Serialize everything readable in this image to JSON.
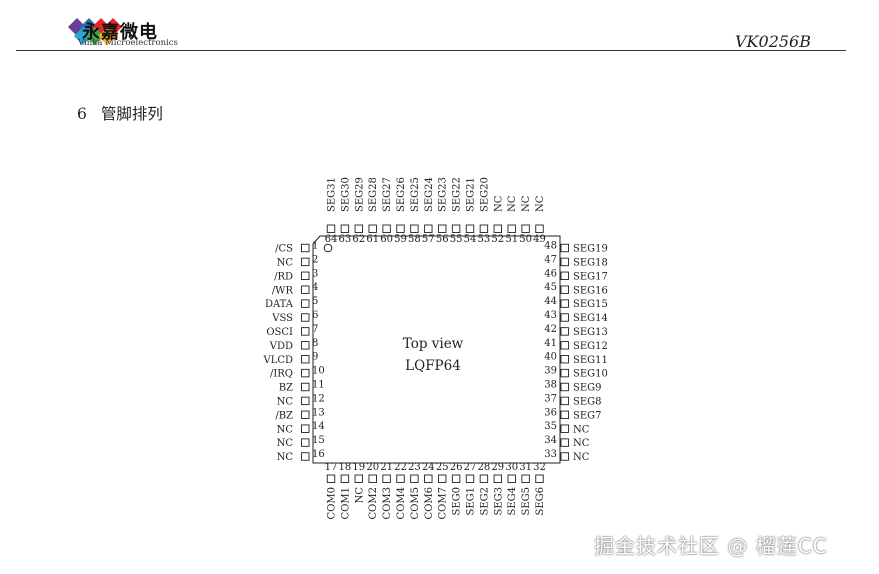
{
  "header": {
    "brand_cn": "永嘉微电",
    "brand_en": "Vinka Microelectronics",
    "part_number": "VK0256B"
  },
  "section": {
    "number": "6",
    "title": "管脚排列"
  },
  "diagram": {
    "center_title": "Top view",
    "package": "LQFP64",
    "pins_left": [
      {
        "num": "1",
        "name": "/CS"
      },
      {
        "num": "2",
        "name": "NC"
      },
      {
        "num": "3",
        "name": "/RD"
      },
      {
        "num": "4",
        "name": "/WR"
      },
      {
        "num": "5",
        "name": "DATA"
      },
      {
        "num": "6",
        "name": "VSS"
      },
      {
        "num": "7",
        "name": "OSCI"
      },
      {
        "num": "8",
        "name": "VDD"
      },
      {
        "num": "9",
        "name": "VLCD"
      },
      {
        "num": "10",
        "name": "/IRQ"
      },
      {
        "num": "11",
        "name": "BZ"
      },
      {
        "num": "12",
        "name": "NC"
      },
      {
        "num": "13",
        "name": "/BZ"
      },
      {
        "num": "14",
        "name": "NC"
      },
      {
        "num": "15",
        "name": "NC"
      },
      {
        "num": "16",
        "name": "NC"
      }
    ],
    "pins_bottom": [
      {
        "num": "17",
        "name": "COM0"
      },
      {
        "num": "18",
        "name": "COM1"
      },
      {
        "num": "19",
        "name": "NC"
      },
      {
        "num": "20",
        "name": "COM2"
      },
      {
        "num": "21",
        "name": "COM3"
      },
      {
        "num": "22",
        "name": "COM4"
      },
      {
        "num": "23",
        "name": "COM5"
      },
      {
        "num": "24",
        "name": "COM6"
      },
      {
        "num": "25",
        "name": "COM7"
      },
      {
        "num": "26",
        "name": "SEG0"
      },
      {
        "num": "27",
        "name": "SEG1"
      },
      {
        "num": "28",
        "name": "SEG2"
      },
      {
        "num": "29",
        "name": "SEG3"
      },
      {
        "num": "30",
        "name": "SEG4"
      },
      {
        "num": "31",
        "name": "SEG5"
      },
      {
        "num": "32",
        "name": "SEG6"
      }
    ],
    "pins_right": [
      {
        "num": "48",
        "name": "SEG19"
      },
      {
        "num": "47",
        "name": "SEG18"
      },
      {
        "num": "46",
        "name": "SEG17"
      },
      {
        "num": "45",
        "name": "SEG16"
      },
      {
        "num": "44",
        "name": "SEG15"
      },
      {
        "num": "43",
        "name": "SEG14"
      },
      {
        "num": "42",
        "name": "SEG13"
      },
      {
        "num": "41",
        "name": "SEG12"
      },
      {
        "num": "40",
        "name": "SEG11"
      },
      {
        "num": "39",
        "name": "SEG10"
      },
      {
        "num": "38",
        "name": "SEG9"
      },
      {
        "num": "37",
        "name": "SEG8"
      },
      {
        "num": "36",
        "name": "SEG7"
      },
      {
        "num": "35",
        "name": "NC"
      },
      {
        "num": "34",
        "name": "NC"
      },
      {
        "num": "33",
        "name": "NC"
      }
    ],
    "pins_top": [
      {
        "num": "64",
        "name": "SEG31"
      },
      {
        "num": "63",
        "name": "SEG30"
      },
      {
        "num": "62",
        "name": "SEG29"
      },
      {
        "num": "61",
        "name": "SEG28"
      },
      {
        "num": "60",
        "name": "SEG27"
      },
      {
        "num": "59",
        "name": "SEG26"
      },
      {
        "num": "58",
        "name": "SEG25"
      },
      {
        "num": "57",
        "name": "SEG24"
      },
      {
        "num": "56",
        "name": "SEG23"
      },
      {
        "num": "55",
        "name": "SEG22"
      },
      {
        "num": "54",
        "name": "SEG21"
      },
      {
        "num": "53",
        "name": "SEG20"
      },
      {
        "num": "52",
        "name": "NC"
      },
      {
        "num": "51",
        "name": "NC"
      },
      {
        "num": "50",
        "name": "NC"
      },
      {
        "num": "49",
        "name": "NC"
      }
    ]
  },
  "watermark": "掘金技术社区 @ 榴莲CC",
  "colors": {
    "logo_red": "#e8262a",
    "logo_blue": "#2e6db4",
    "logo_green": "#3aa845",
    "logo_purple": "#6a3d9a",
    "logo_yellow": "#f4b41a",
    "logo_cyan": "#2aa7d8"
  }
}
